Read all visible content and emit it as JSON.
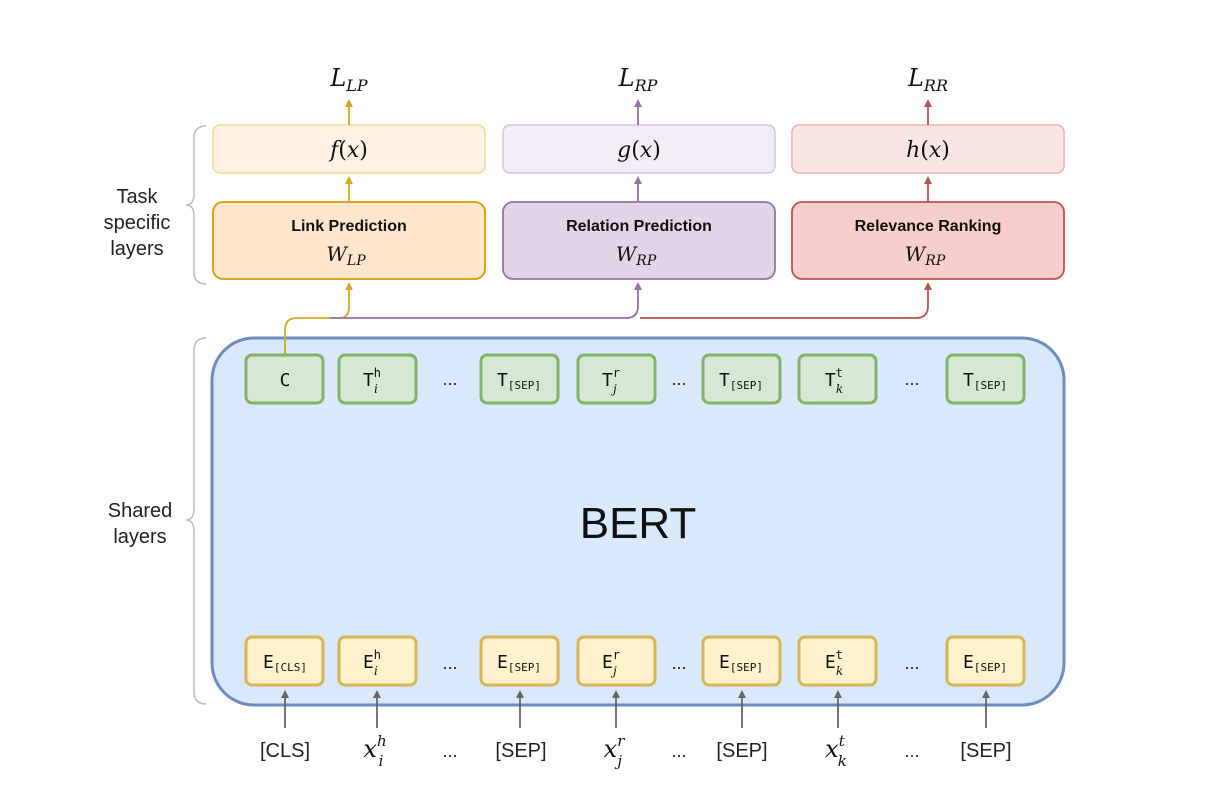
{
  "side_labels": {
    "task": [
      "Task",
      "specific",
      "layers"
    ],
    "shared": [
      "Shared",
      "layers"
    ]
  },
  "losses": [
    {
      "base": "L",
      "sub": "LP"
    },
    {
      "base": "L",
      "sub": "RP"
    },
    {
      "base": "L",
      "sub": "RR"
    }
  ],
  "functions": [
    {
      "name": "f",
      "arg": "x"
    },
    {
      "name": "g",
      "arg": "x"
    },
    {
      "name": "h",
      "arg": "x"
    }
  ],
  "heads": [
    {
      "title": "Link Prediction",
      "weight": "W",
      "sub": "LP"
    },
    {
      "title": "Relation Prediction",
      "weight": "W",
      "sub": "RP"
    },
    {
      "title": "Relevance Ranking",
      "weight": "W",
      "sub": "RP"
    }
  ],
  "model_name": "BERT",
  "ellipsis": "...",
  "output_tokens": [
    {
      "base": "C",
      "sup": "",
      "sub": ""
    },
    {
      "base": "T",
      "sup": "h",
      "sub": "i"
    },
    {
      "base": "T",
      "sup": "",
      "sub": "[SEP]"
    },
    {
      "base": "T",
      "sup": "r",
      "sub": "j"
    },
    {
      "base": "T",
      "sup": "",
      "sub": "[SEP]"
    },
    {
      "base": "T",
      "sup": "t",
      "sub": "k"
    },
    {
      "base": "T",
      "sup": "",
      "sub": "[SEP]"
    }
  ],
  "embedding_tokens": [
    {
      "base": "E",
      "sup": "",
      "sub": "[CLS]"
    },
    {
      "base": "E",
      "sup": "h",
      "sub": "i"
    },
    {
      "base": "E",
      "sup": "",
      "sub": "[SEP]"
    },
    {
      "base": "E",
      "sup": "r",
      "sub": "j"
    },
    {
      "base": "E",
      "sup": "",
      "sub": "[SEP]"
    },
    {
      "base": "E",
      "sup": "t",
      "sub": "k"
    },
    {
      "base": "E",
      "sup": "",
      "sub": "[SEP]"
    }
  ],
  "input_tokens": [
    {
      "text": "[CLS]"
    },
    {
      "base": "x",
      "sup": "h",
      "sub": "i"
    },
    {
      "text": "[SEP]"
    },
    {
      "base": "x",
      "sup": "r",
      "sub": "j"
    },
    {
      "text": "[SEP]"
    },
    {
      "base": "x",
      "sup": "t",
      "sub": "k"
    },
    {
      "text": "[SEP]"
    }
  ],
  "colors": {
    "link": "#D6A623",
    "relation": "#9673A6",
    "relevance": "#B85450",
    "bert_fill": "#DAE8FC",
    "bert_stroke": "#6C8EBF",
    "token_out_fill": "#D5E8D4",
    "token_out_stroke": "#82B366",
    "token_in_fill": "#FFF2CC",
    "token_in_stroke": "#D6B656",
    "arrow_gray": "#666666",
    "brace": "#BBBBBB"
  }
}
